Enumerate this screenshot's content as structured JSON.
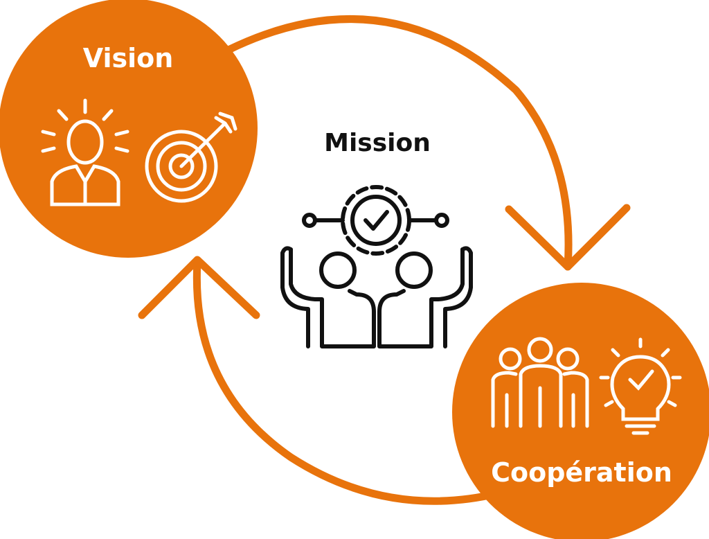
{
  "colors": {
    "accent": "#E8730C",
    "icon_dark": "#111111",
    "icon_light": "#FFFFFF"
  },
  "nodes": {
    "vision": {
      "title": "Vision",
      "icons": [
        "idea-person-icon",
        "target-arrow-icon"
      ]
    },
    "mission": {
      "title": "Mission",
      "icons": [
        "team-gear-check-icon"
      ]
    },
    "cooperation": {
      "title": "Coopération",
      "icons": [
        "group-people-icon",
        "lightbulb-check-icon"
      ]
    }
  }
}
